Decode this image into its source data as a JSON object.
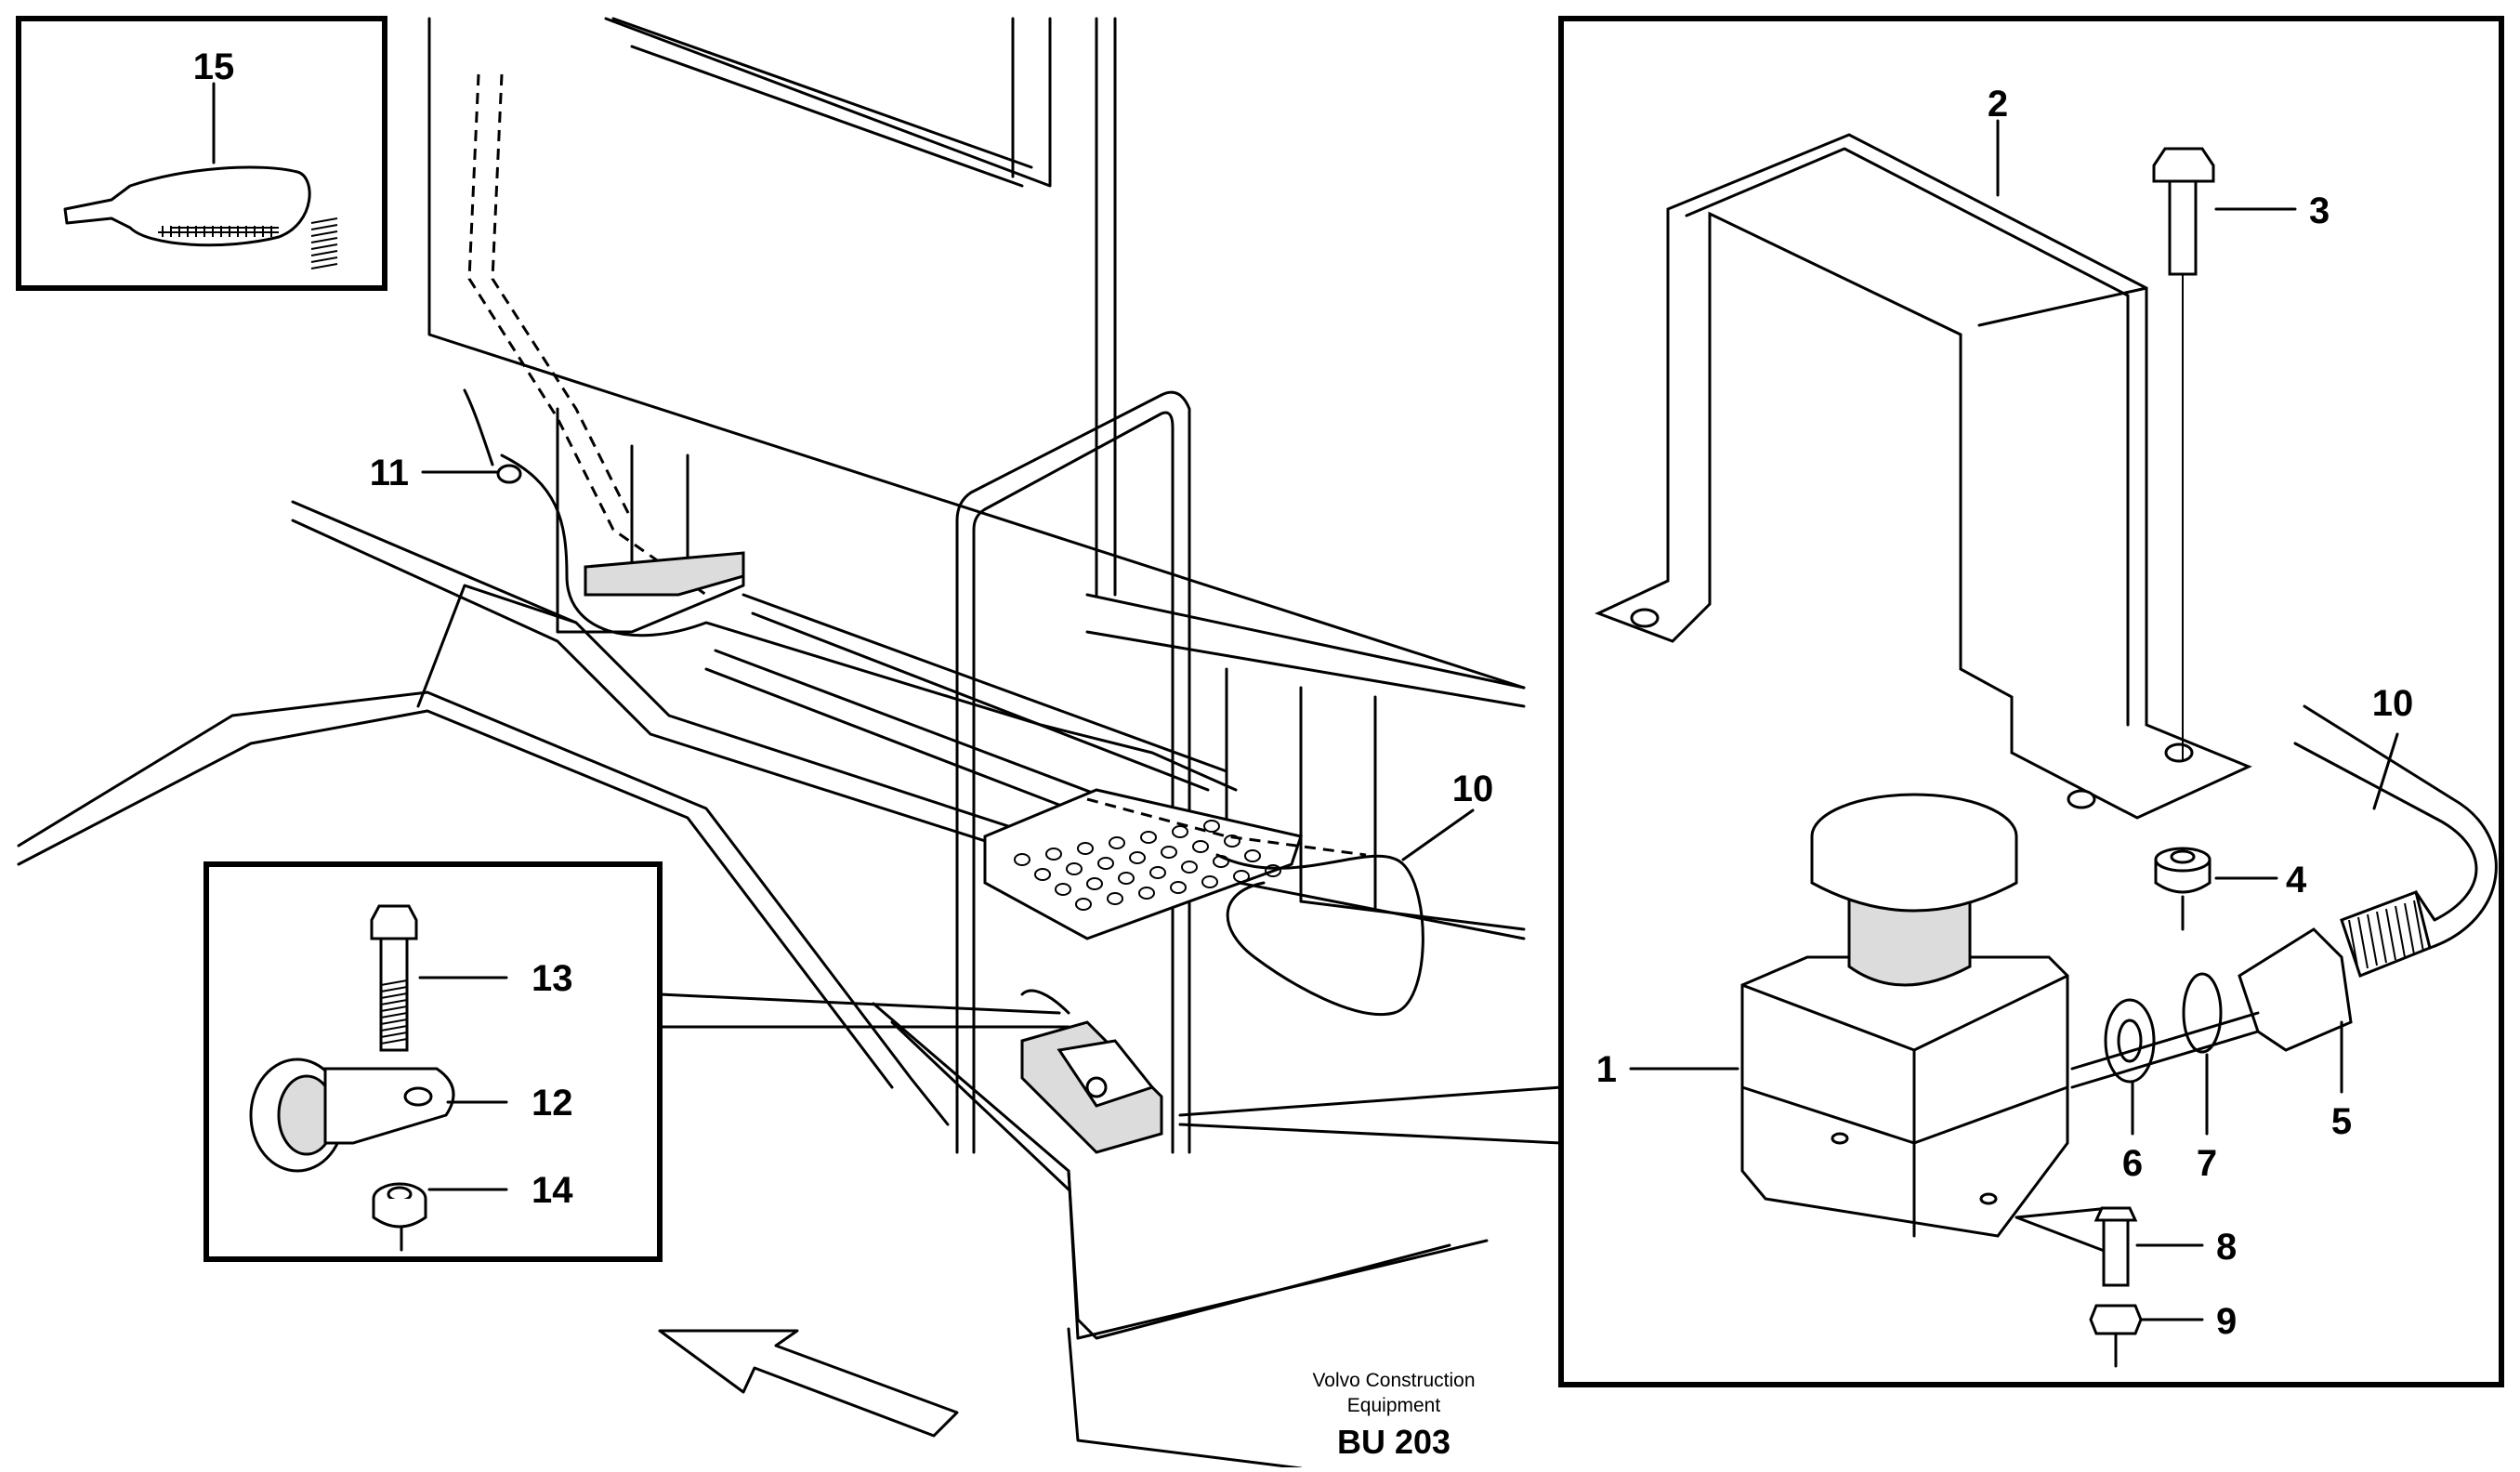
{
  "callouts": {
    "c1": "1",
    "c2": "2",
    "c3": "3",
    "c4": "4",
    "c5": "5",
    "c6": "6",
    "c7": "7",
    "c8": "8",
    "c9": "9",
    "c10a": "10",
    "c10b": "10",
    "c11": "11",
    "c12": "12",
    "c13": "13",
    "c14": "14",
    "c15": "15"
  },
  "credit": {
    "line1": "Volvo Construction",
    "line2": "Equipment",
    "code": "BU 203"
  },
  "colors": {
    "line": "#000000",
    "shade": "#dcdcdc",
    "background": "#ffffff"
  }
}
